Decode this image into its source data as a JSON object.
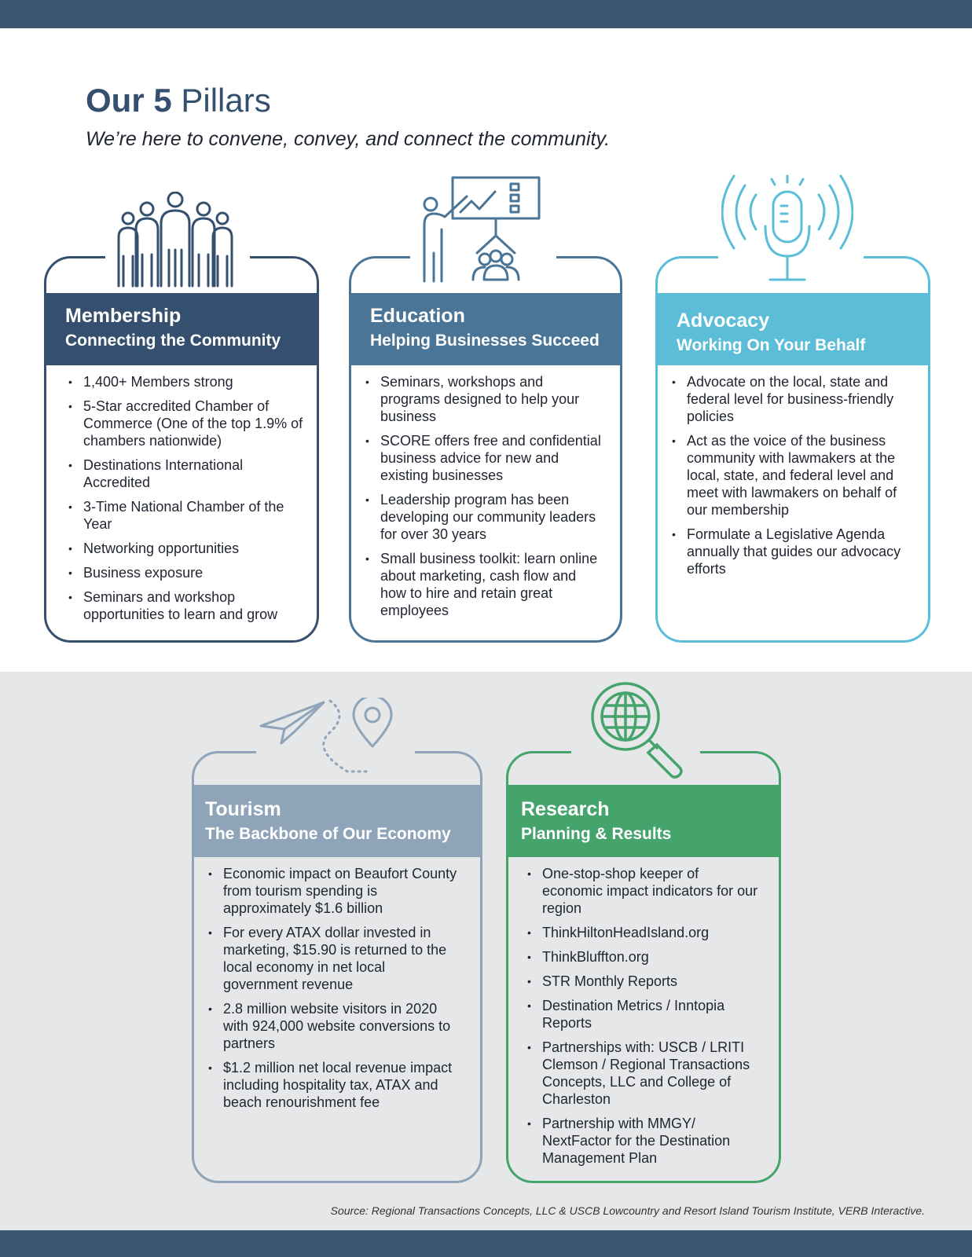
{
  "title": {
    "bold": "Our 5",
    "light": "Pillars"
  },
  "subtitle": "We’re here to convene, convey, and connect the community.",
  "colors": {
    "membership": "#34506e",
    "education": "#4a7596",
    "advocacy": "#5bbdd7",
    "tourism": "#8fa4b8",
    "research": "#45a46c",
    "bars": "#3b5470",
    "band": "#e6e7e8"
  },
  "pillars": {
    "membership": {
      "icon": "people-group-icon",
      "title": "Membership",
      "subtitle": "Connecting the Community",
      "items": [
        "1,400+ Members strong",
        "5-Star accredited Chamber of Commerce (One of the top 1.9% of chambers nationwide)",
        "Destinations International Accredited",
        "3-Time National Chamber of the Year",
        "Networking opportunities",
        "Business exposure",
        "Seminars and workshop opportunities to learn and grow"
      ]
    },
    "education": {
      "icon": "presentation-icon",
      "title": "Education",
      "subtitle": "Helping Businesses Succeed",
      "items": [
        "Seminars, workshops and programs designed to help your business",
        "SCORE offers free and confidential business advice for new and existing businesses",
        "Leadership program has been developing our community leaders for over 30 years",
        "Small business toolkit: learn online about marketing, cash flow and how to hire and retain great employees"
      ]
    },
    "advocacy": {
      "icon": "microphone-icon",
      "title": "Advocacy",
      "subtitle": "Working On Your Behalf",
      "items": [
        "Advocate on the local, state and federal level for business-friendly policies",
        "Act as the voice of the business community with lawmakers at the local, state, and federal level and meet with lawmakers on behalf of our membership",
        "Formulate a Legislative Agenda annually that guides our advocacy efforts"
      ]
    },
    "tourism": {
      "icon": "paper-plane-pin-icon",
      "title": "Tourism",
      "subtitle": "The Backbone of Our Economy",
      "items": [
        "Economic impact on Beaufort County from tourism spending is approximately $1.6 billion",
        "For every ATAX dollar invested in marketing, $15.90 is returned to the local economy in net local government revenue",
        "2.8 million website visitors in 2020 with 924,000 website conversions to partners",
        "$1.2 million net local revenue impact including hospitality tax, ATAX and beach renourishment fee"
      ]
    },
    "research": {
      "icon": "globe-magnifier-icon",
      "title": "Research",
      "subtitle": "Planning & Results",
      "items": [
        "One-stop-shop keeper of economic impact indicators for our region",
        "ThinkHiltonHeadIsland.org",
        "ThinkBluffton.org",
        "STR Monthly Reports",
        "Destination Metrics / Inntopia Reports",
        "Partnerships with: USCB / LRITI Clemson / Regional Transactions Concepts, LLC and College of Charleston",
        "Partnership with MMGY/ NextFactor for the Destination Management Plan"
      ]
    }
  },
  "source": "Source: Regional Transactions Concepts, LLC & USCB Lowcountry and Resort Island Tourism Institute, VERB Interactive."
}
